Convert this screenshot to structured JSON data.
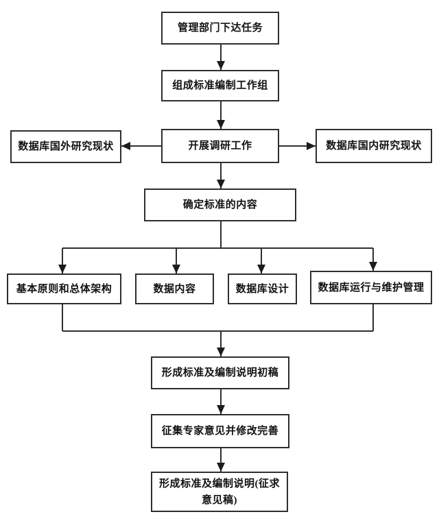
{
  "diagram": {
    "type": "flowchart",
    "colors": {
      "background": "#ffffff",
      "node_background": "#ffffff",
      "node_border": "#2e2e2e",
      "line": "#2e2e2e",
      "text": "#111111"
    },
    "nodes": {
      "task": "管理部门下达任务",
      "workgroup": "组成标准编制工作组",
      "survey": "开展调研工作",
      "foreign_status": "数据库国外研究现状",
      "domestic_status": "数据库国内研究现状",
      "standard_content": "确定标准的内容",
      "principles": "基本原则和总体架构",
      "data_content": "数据内容",
      "db_design": "数据库设计",
      "db_operation": "数据库运行与维护管理",
      "first_draft": "形成标准及编制说明初稿",
      "expert_review": "征集专家意见并修改完善",
      "draft_for_comments": "形成标准及编制说明(征求\n意见稿)"
    },
    "edges": [
      "task -> workgroup",
      "workgroup -> survey",
      "survey -> foreign_status",
      "survey -> domestic_status",
      "survey -> standard_content",
      "standard_content -> principles",
      "standard_content -> data_content",
      "standard_content -> db_design",
      "standard_content -> db_operation",
      "principles -> first_draft",
      "db_operation -> first_draft",
      "first_draft -> expert_review",
      "expert_review -> draft_for_comments"
    ]
  }
}
